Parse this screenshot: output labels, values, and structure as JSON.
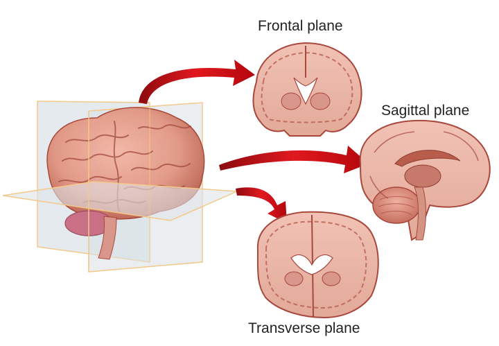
{
  "labels": {
    "frontal": "Frontal plane",
    "sagittal": "Sagittal plane",
    "transverse": "Transverse plane"
  },
  "colors": {
    "brain_tissue": "#e9a493",
    "brain_dark": "#b85c4c",
    "cortex_outline": "#a8473b",
    "plane_fill": "#d6dee6",
    "plane_edge": "#f3c98a",
    "arrow_red": "#d4141a",
    "background": "#ffffff"
  },
  "icons": {
    "brain": "brain-3d-icon",
    "arrow": "curved-arrow-icon"
  }
}
